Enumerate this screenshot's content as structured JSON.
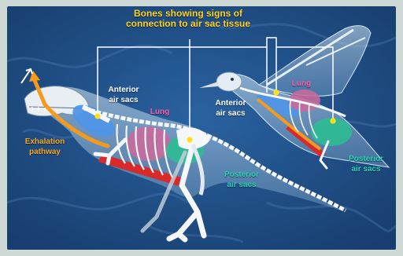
{
  "title_line1": "Bones showing signs of",
  "title_line2": "connection to air sac tissue",
  "labels": {
    "dino_anterior_1": "Anterior",
    "dino_anterior_2": "air sacs",
    "dino_lung": "Lung",
    "exhalation_1": "Exhalation",
    "exhalation_2": "pathway",
    "dino_posterior_1": "Posterior",
    "dino_posterior_2": "air sacs",
    "bird_anterior_1": "Anterior",
    "bird_anterior_2": "air sacs",
    "bird_lung": "Lung",
    "bird_posterior_1": "Posterior",
    "bird_posterior_2": "air sacs"
  },
  "colors": {
    "background": "#1f4e86",
    "anterior_air_sac": "#4f95e6",
    "lung": "#c86a9c",
    "posterior_air_sac": "#2dbd92",
    "exhalation": "#f59a1c",
    "callout_line": "#ffffff",
    "connection_dot": "#ffe11a",
    "blood_vessel": "#d72a2a"
  }
}
